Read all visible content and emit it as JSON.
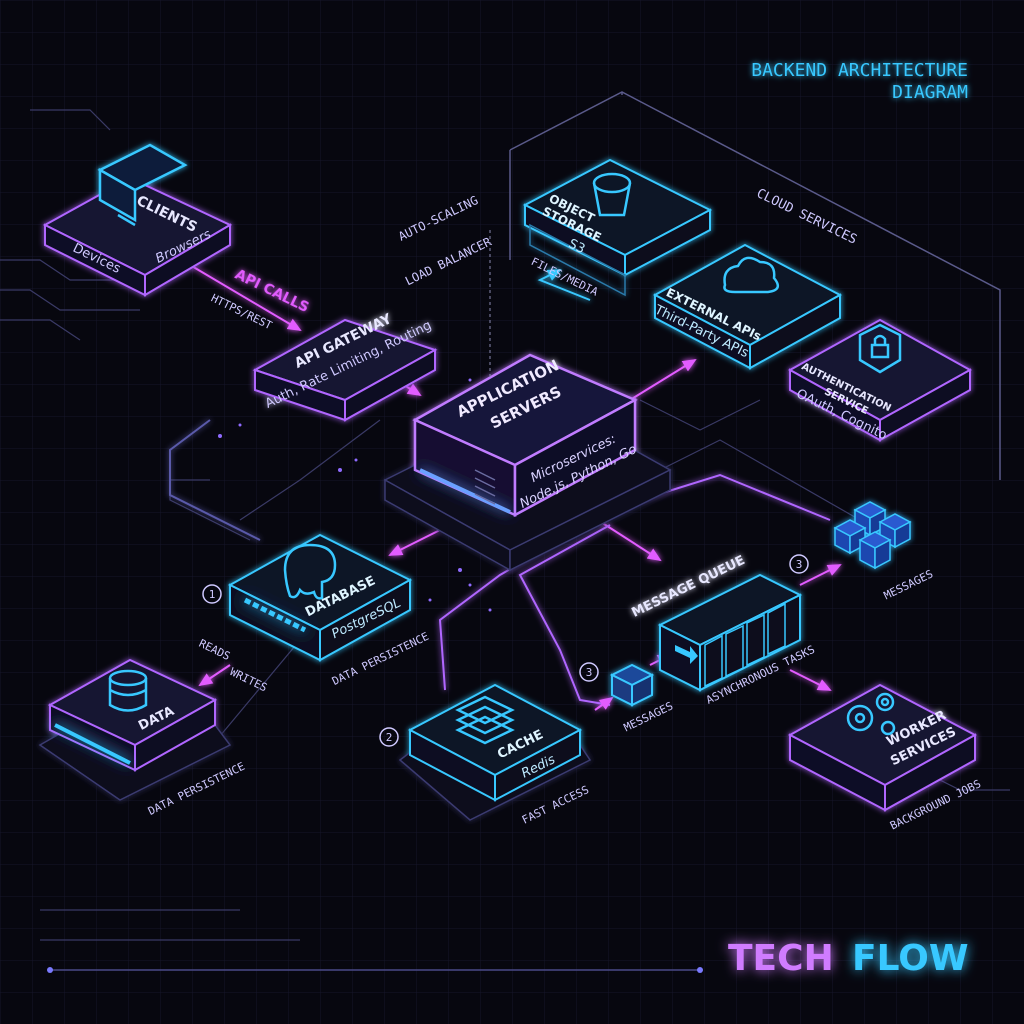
{
  "header": {
    "title_line1": "BACKEND ARCHITECTURE",
    "title_line2": "DIAGRAM"
  },
  "brand": {
    "part1": "TECH",
    "part2": "FLOW"
  },
  "colors": {
    "purple": "#b066ff",
    "cyan": "#38c8ff",
    "bg": "#07070f",
    "magenta": "#e25cff"
  },
  "nodes": {
    "clients": {
      "title": "CLIENTS",
      "sub_left": "Devices",
      "sub_right": "Browsers",
      "icon": "monitor-icon"
    },
    "gateway": {
      "title": "API GATEWAY",
      "sub": "Auth, Rate Limiting, Routing"
    },
    "app": {
      "title_line1": "APPLICATION",
      "title_line2": "SERVERS",
      "sub_line1": "Microservices:",
      "sub_line2": "Node.js, Python, Go"
    },
    "storage": {
      "title_line1": "OBJECT",
      "title_line2": "STORAGE",
      "sub": "S3",
      "icon": "bucket-icon"
    },
    "external": {
      "title": "EXTERNAL APIs",
      "sub": "Third-Party APIs",
      "icon": "cloud-icon"
    },
    "auth": {
      "title_line1": "AUTHENTICATION",
      "title_line2": "SERVICE",
      "sub": "OAuth, Cognito",
      "icon": "lock-shield-icon"
    },
    "database": {
      "title": "DATABASE",
      "sub": "PostgreSQL",
      "icon": "elephant-icon"
    },
    "data": {
      "title": "DATA",
      "icon": "database-icon"
    },
    "cache": {
      "title": "CACHE",
      "sub": "Redis",
      "icon": "redis-stack-icon"
    },
    "queue": {
      "title": "MESSAGE QUEUE"
    },
    "worker": {
      "title_line1": "WORKER",
      "title_line2": "SERVICES",
      "icon": "gears-icon"
    }
  },
  "labels": {
    "api_calls": "API CALLS",
    "https_rest": "HTTPS/REST",
    "auto_scaling": "AUTO-SCALING",
    "load_balancer": "LOAD BALANCER",
    "cloud_services": "CLOUD SERVICES",
    "files_media": "FILES/MEDIA",
    "reads": "READS",
    "writes": "WRITES",
    "data_persistence_db": "DATA PERSISTENCE",
    "data_persistence_data": "DATA PERSISTENCE",
    "fast_access": "FAST ACCESS",
    "messages_cache": "MESSAGES",
    "async_tasks": "ASYNCHRONOUS TASKS",
    "messages_top": "MESSAGES",
    "background_jobs": "BACKGROUND JOBS",
    "step1": "1",
    "step2": "2",
    "step3a": "3",
    "step3b": "3"
  }
}
